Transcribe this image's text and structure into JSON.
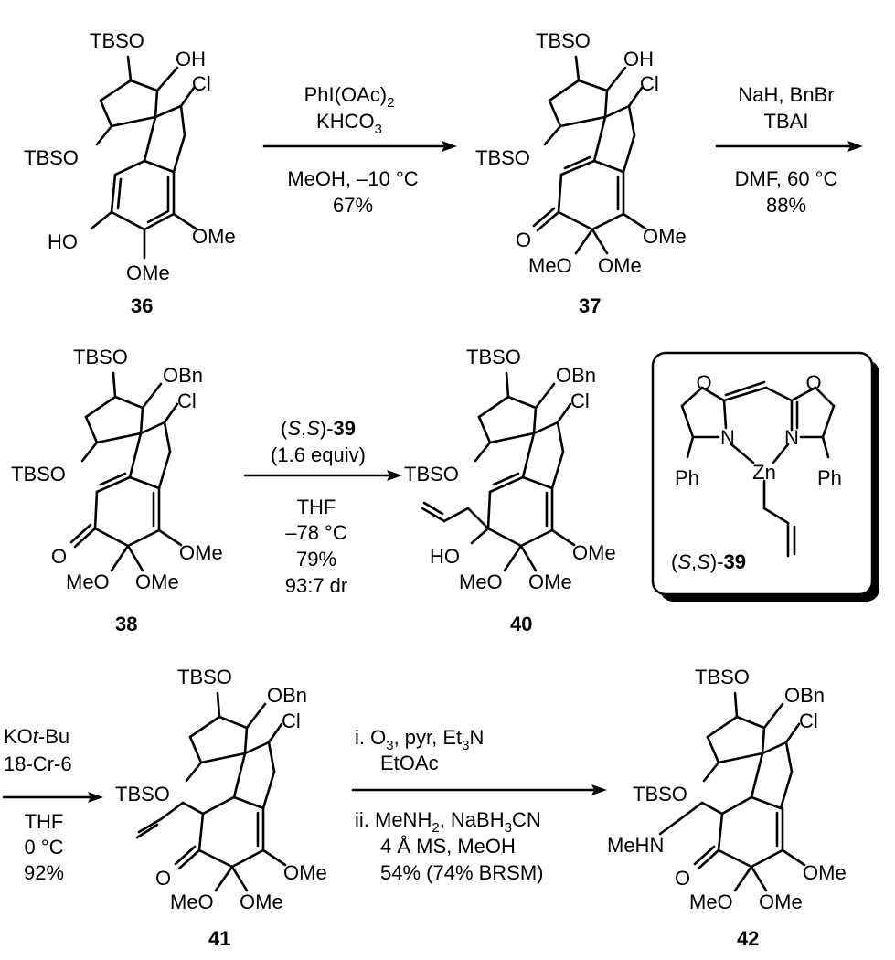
{
  "compounds": {
    "c36": {
      "number": "36",
      "labels": {
        "tbso_top": "TBSO",
        "oh": "OH",
        "cl": "Cl",
        "tbso_left": "TBSO",
        "ho": "HO",
        "ome_right": "OMe",
        "ome_bottom": "OMe"
      }
    },
    "c37": {
      "number": "37",
      "labels": {
        "tbso_top": "TBSO",
        "oh": "OH",
        "cl": "Cl",
        "tbso_left": "TBSO",
        "o": "O",
        "ome_right": "OMe",
        "meo": "MeO",
        "ome": "OMe"
      }
    },
    "c38": {
      "number": "38",
      "labels": {
        "tbso_top": "TBSO",
        "obn": "OBn",
        "cl": "Cl",
        "tbso_left": "TBSO",
        "o": "O",
        "ome_right": "OMe",
        "meo": "MeO",
        "ome": "OMe"
      }
    },
    "c40": {
      "number": "40",
      "labels": {
        "tbso_top": "TBSO",
        "obn": "OBn",
        "cl": "Cl",
        "tbso_left": "TBSO",
        "ho": "HO",
        "ome_right": "OMe",
        "meo": "MeO",
        "ome": "OMe"
      }
    },
    "c41": {
      "number": "41",
      "labels": {
        "tbso_top": "TBSO",
        "obn": "OBn",
        "cl": "Cl",
        "tbso_left": "TBSO",
        "o": "O",
        "ome_right": "OMe",
        "meo": "MeO",
        "ome": "OMe"
      }
    },
    "c42": {
      "number": "42",
      "labels": {
        "tbso_top": "TBSO",
        "obn": "OBn",
        "cl": "Cl",
        "tbso_left": "TBSO",
        "mehn": "MeHN",
        "o": "O",
        "ome_right": "OMe",
        "meo": "MeO",
        "ome": "OMe"
      }
    }
  },
  "reagent_box": {
    "labels": {
      "o_left": "O",
      "o_right": "O",
      "n_left": "N",
      "n_right": "N",
      "zn": "Zn",
      "ph_left": "Ph",
      "ph_right": "Ph"
    },
    "caption": {
      "prefix": "(S,S)-",
      "number": "39"
    }
  },
  "arrows": {
    "a1": {
      "above": [
        "PhI(OAc)2",
        "KHCO3"
      ],
      "below": [
        "MeOH, –10 °C",
        "67%"
      ]
    },
    "a2": {
      "above": [
        "NaH, BnBr",
        "TBAI"
      ],
      "below": [
        "DMF, 60 °C",
        "88%"
      ]
    },
    "a3": {
      "above": [
        "(S,S)-39",
        "(1.6 equiv)"
      ],
      "below": [
        "THF",
        "–78 °C",
        "79%",
        "93:7 dr"
      ]
    },
    "a4": {
      "left": [
        "KOt-Bu",
        "18-Cr-6",
        "THF",
        "0 °C",
        "92%"
      ]
    },
    "a5": {
      "above": [
        "i.  O3, pyr, Et3N",
        "EtOAc"
      ],
      "below": [
        "ii. MeNH2, NaBH3CN",
        "4 Å MS, MeOH",
        "54% (74% BRSM)"
      ]
    }
  }
}
